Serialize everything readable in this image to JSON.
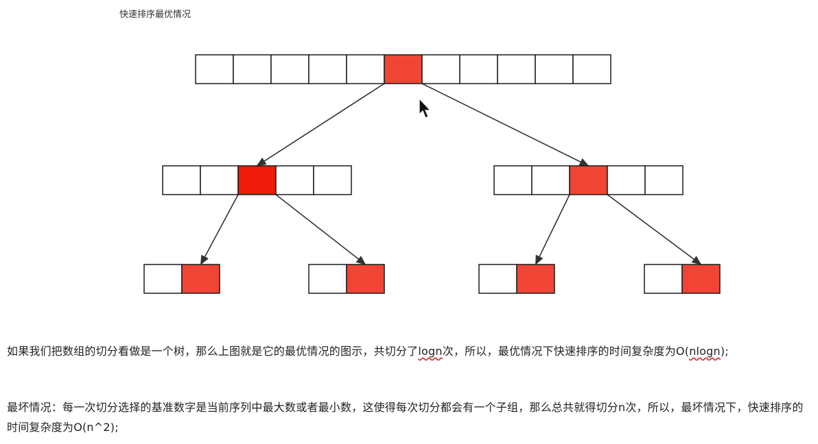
{
  "title": "快速排序最优情况",
  "colors": {
    "pivot": "#f04535",
    "pivot_dark": "#ee1a0a",
    "cell_border": "#1a1a1a",
    "arrow": "#333333",
    "cell_fill": "#ffffff"
  },
  "tree": {
    "levels": [
      {
        "arrays": [
          {
            "cells": 11,
            "pivot_index": 5
          }
        ]
      },
      {
        "arrays": [
          {
            "cells": 5,
            "pivot_index": 2
          },
          {
            "cells": 5,
            "pivot_index": 2
          }
        ]
      },
      {
        "arrays": [
          {
            "cells": 2,
            "pivot_index": 1
          },
          {
            "cells": 2,
            "pivot_index": 1
          },
          {
            "cells": 2,
            "pivot_index": 1
          },
          {
            "cells": 2,
            "pivot_index": 1
          }
        ]
      }
    ]
  },
  "paragraphs": {
    "best": {
      "pre": "如果我们把数组的切分看做是一个树，那么上图就是它的最优情况的图示，共切分了",
      "logn": "logn",
      "mid": "次，所以，最优情况下快速排序的时间复杂度为O(",
      "nlogn": "nlogn",
      "post": ");"
    },
    "worst": "最坏情况：每一次切分选择的基准数字是当前序列中最大数或者最小数，这使得每次切分都会有一个子组，那么总共就得切分n次，所以，最坏情况下，快速排序的时间复杂度为O(n^2);"
  }
}
